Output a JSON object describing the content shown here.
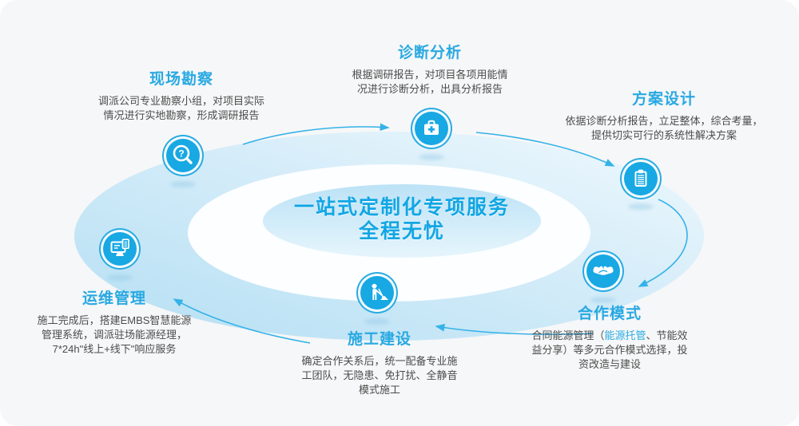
{
  "canvas": {
    "page_bg": "#ffffff",
    "card_bg": "#f6f7f8"
  },
  "colors": {
    "accent": "#29abe2",
    "icon_disc": "#18a8e3",
    "body_text": "#4c4c4c",
    "center_title": "#12a6e4",
    "arrow": "#35b2e8",
    "highlight": "#29abe2",
    "ring_light": "#b7e0f3"
  },
  "center": {
    "line1": "一站式定制化专项服务",
    "line2": "全程无忧"
  },
  "steps": [
    {
      "title": "现场勘察",
      "icon": "magnifier-question-icon",
      "desc_lines": [
        "调派公司专业勘察小组，对项目实际",
        "情况进行实地勘察，形成调研报告"
      ]
    },
    {
      "title": "诊断分析",
      "icon": "first-aid-kit-icon",
      "desc_lines": [
        "根据调研报告，对项目各项用能情",
        "况进行诊断分析，出具分析报告"
      ]
    },
    {
      "title": "方案设计",
      "icon": "clipboard-icon",
      "desc_lines": [
        "依据诊断分析报告，立足整体，综合考量，",
        "提供切实可行的系统性解决方案"
      ]
    },
    {
      "title": "合作模式",
      "icon": "handshake-icon",
      "desc_line1": {
        "prefix": "合同能源管理（",
        "highlight": "能源托管",
        "suffix": "、节能效"
      },
      "desc_lines": [
        "益分享）等多元合作模式选择，投",
        "资改造与建设"
      ]
    },
    {
      "title": "施工建设",
      "icon": "construction-worker-icon",
      "desc_lines": [
        "确定合作关系后，统一配备专业施",
        "工团队，无隐患、免打扰、全静音",
        "模式施工"
      ]
    },
    {
      "title": "运维管理",
      "icon": "monitor-document-icon",
      "desc_lines": [
        "施工完成后，搭建EMBS智慧能源",
        "管理系统，调派驻场能源经理，",
        "7*24h\"线上+线下\"响应服务"
      ]
    }
  ]
}
